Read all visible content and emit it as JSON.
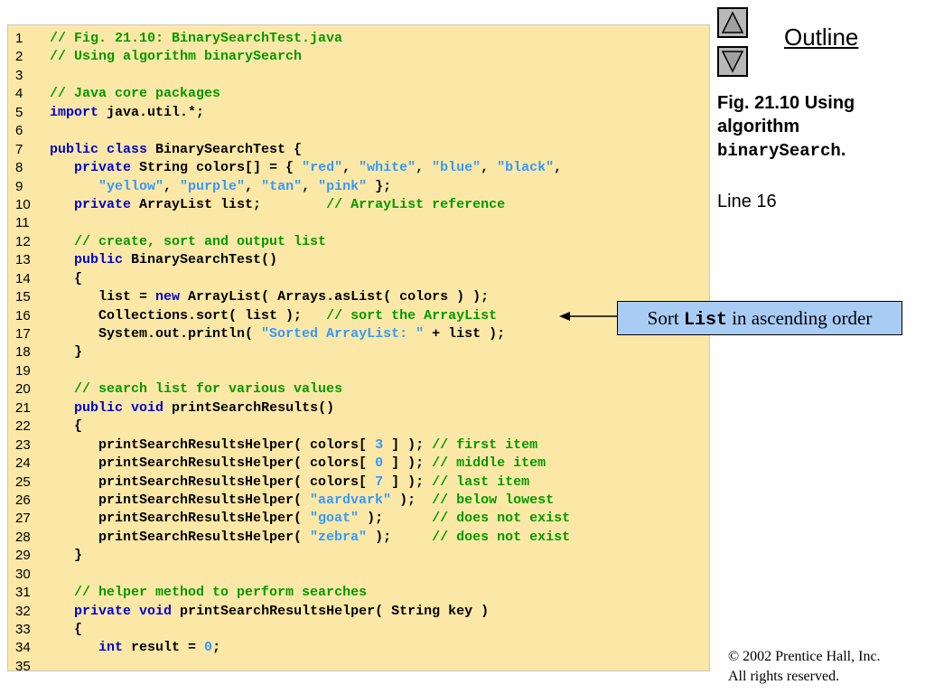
{
  "outline": {
    "title": "Outline"
  },
  "caption": {
    "fig": "Fig. 21.10   Using algorithm ",
    "method": "binarySearch",
    "end": ".",
    "line_ref": "Line 16"
  },
  "callout": {
    "prefix": "Sort ",
    "code": "List",
    "suffix": " in ascending order"
  },
  "footer": {
    "copyright": "© 2002 Prentice Hall, Inc.",
    "rights": "All rights reserved."
  },
  "code": {
    "lines": [
      {
        "n": "1",
        "t": [
          [
            "cmt",
            "// Fig. 21.10: BinarySearchTest.java"
          ]
        ]
      },
      {
        "n": "2",
        "t": [
          [
            "cmt",
            "// Using algorithm binarySearch"
          ]
        ]
      },
      {
        "n": "3",
        "t": []
      },
      {
        "n": "4",
        "t": [
          [
            "cmt",
            "// Java core packages"
          ]
        ]
      },
      {
        "n": "5",
        "t": [
          [
            "kw",
            "import"
          ],
          [
            "txt",
            " java.util.*;"
          ]
        ]
      },
      {
        "n": "6",
        "t": []
      },
      {
        "n": "7",
        "t": [
          [
            "kw",
            "public class"
          ],
          [
            "txt",
            " BinarySearchTest {"
          ]
        ]
      },
      {
        "n": "8",
        "t": [
          [
            "txt",
            "   "
          ],
          [
            "kw",
            "private"
          ],
          [
            "txt",
            " String colors[] = { "
          ],
          [
            "str",
            "\"red\""
          ],
          [
            "txt",
            ", "
          ],
          [
            "str",
            "\"white\""
          ],
          [
            "txt",
            ", "
          ],
          [
            "str",
            "\"blue\""
          ],
          [
            "txt",
            ", "
          ],
          [
            "str",
            "\"black\""
          ],
          [
            "txt",
            ","
          ]
        ]
      },
      {
        "n": "9",
        "t": [
          [
            "txt",
            "      "
          ],
          [
            "str",
            "\"yellow\""
          ],
          [
            "txt",
            ", "
          ],
          [
            "str",
            "\"purple\""
          ],
          [
            "txt",
            ", "
          ],
          [
            "str",
            "\"tan\""
          ],
          [
            "txt",
            ", "
          ],
          [
            "str",
            "\"pink\""
          ],
          [
            "txt",
            " };"
          ]
        ]
      },
      {
        "n": "10",
        "t": [
          [
            "txt",
            "   "
          ],
          [
            "kw",
            "private"
          ],
          [
            "txt",
            " ArrayList list;        "
          ],
          [
            "cmt",
            "// ArrayList reference"
          ]
        ]
      },
      {
        "n": "11",
        "t": []
      },
      {
        "n": "12",
        "t": [
          [
            "txt",
            "   "
          ],
          [
            "cmt",
            "// create, sort and output list"
          ]
        ]
      },
      {
        "n": "13",
        "t": [
          [
            "txt",
            "   "
          ],
          [
            "kw",
            "public"
          ],
          [
            "txt",
            " BinarySearchTest()"
          ]
        ]
      },
      {
        "n": "14",
        "t": [
          [
            "txt",
            "   {"
          ]
        ]
      },
      {
        "n": "15",
        "t": [
          [
            "txt",
            "      list = "
          ],
          [
            "kw",
            "new"
          ],
          [
            "txt",
            " ArrayList( Arrays.asList( colors ) );"
          ]
        ]
      },
      {
        "n": "16",
        "t": [
          [
            "txt",
            "      Collections.sort( list );   "
          ],
          [
            "cmt",
            "// sort the ArrayList"
          ]
        ]
      },
      {
        "n": "17",
        "t": [
          [
            "txt",
            "      System.out.println( "
          ],
          [
            "str",
            "\"Sorted ArrayList: \""
          ],
          [
            "txt",
            " + list );"
          ]
        ]
      },
      {
        "n": "18",
        "t": [
          [
            "txt",
            "   }"
          ]
        ]
      },
      {
        "n": "19",
        "t": []
      },
      {
        "n": "20",
        "t": [
          [
            "txt",
            "   "
          ],
          [
            "cmt",
            "// search list for various values"
          ]
        ]
      },
      {
        "n": "21",
        "t": [
          [
            "txt",
            "   "
          ],
          [
            "kw",
            "public void"
          ],
          [
            "txt",
            " printSearchResults()"
          ]
        ]
      },
      {
        "n": "22",
        "t": [
          [
            "txt",
            "   {"
          ]
        ]
      },
      {
        "n": "23",
        "t": [
          [
            "txt",
            "      printSearchResultsHelper( colors[ "
          ],
          [
            "num",
            "3"
          ],
          [
            "txt",
            " ] ); "
          ],
          [
            "cmt",
            "// first item"
          ]
        ]
      },
      {
        "n": "24",
        "t": [
          [
            "txt",
            "      printSearchResultsHelper( colors[ "
          ],
          [
            "num",
            "0"
          ],
          [
            "txt",
            " ] ); "
          ],
          [
            "cmt",
            "// middle item"
          ]
        ]
      },
      {
        "n": "25",
        "t": [
          [
            "txt",
            "      printSearchResultsHelper( colors[ "
          ],
          [
            "num",
            "7"
          ],
          [
            "txt",
            " ] ); "
          ],
          [
            "cmt",
            "// last item"
          ]
        ]
      },
      {
        "n": "26",
        "t": [
          [
            "txt",
            "      printSearchResultsHelper( "
          ],
          [
            "str",
            "\"aardvark\""
          ],
          [
            "txt",
            " );  "
          ],
          [
            "cmt",
            "// below lowest"
          ]
        ]
      },
      {
        "n": "27",
        "t": [
          [
            "txt",
            "      printSearchResultsHelper( "
          ],
          [
            "str",
            "\"goat\""
          ],
          [
            "txt",
            " );      "
          ],
          [
            "cmt",
            "// does not exist"
          ]
        ]
      },
      {
        "n": "28",
        "t": [
          [
            "txt",
            "      printSearchResultsHelper( "
          ],
          [
            "str",
            "\"zebra\""
          ],
          [
            "txt",
            " );     "
          ],
          [
            "cmt",
            "// does not exist"
          ]
        ]
      },
      {
        "n": "29",
        "t": [
          [
            "txt",
            "   }"
          ]
        ]
      },
      {
        "n": "30",
        "t": []
      },
      {
        "n": "31",
        "t": [
          [
            "txt",
            "   "
          ],
          [
            "cmt",
            "// helper method to perform searches"
          ]
        ]
      },
      {
        "n": "32",
        "t": [
          [
            "txt",
            "   "
          ],
          [
            "kw",
            "private void"
          ],
          [
            "txt",
            " printSearchResultsHelper( String key )"
          ]
        ]
      },
      {
        "n": "33",
        "t": [
          [
            "txt",
            "   {"
          ]
        ]
      },
      {
        "n": "34",
        "t": [
          [
            "txt",
            "      "
          ],
          [
            "kw",
            "int"
          ],
          [
            "txt",
            " result = "
          ],
          [
            "num",
            "0"
          ],
          [
            "txt",
            ";"
          ]
        ]
      },
      {
        "n": "35",
        "t": []
      }
    ]
  },
  "icons": {
    "up": "triangle-up-icon",
    "down": "triangle-down-icon",
    "arrow": "arrow-left-icon"
  },
  "colors": {
    "panel": "#fce8a6",
    "comment": "#009900",
    "keyword": "#0000cc",
    "string": "#3399ff",
    "callout": "#a9ccf5"
  }
}
